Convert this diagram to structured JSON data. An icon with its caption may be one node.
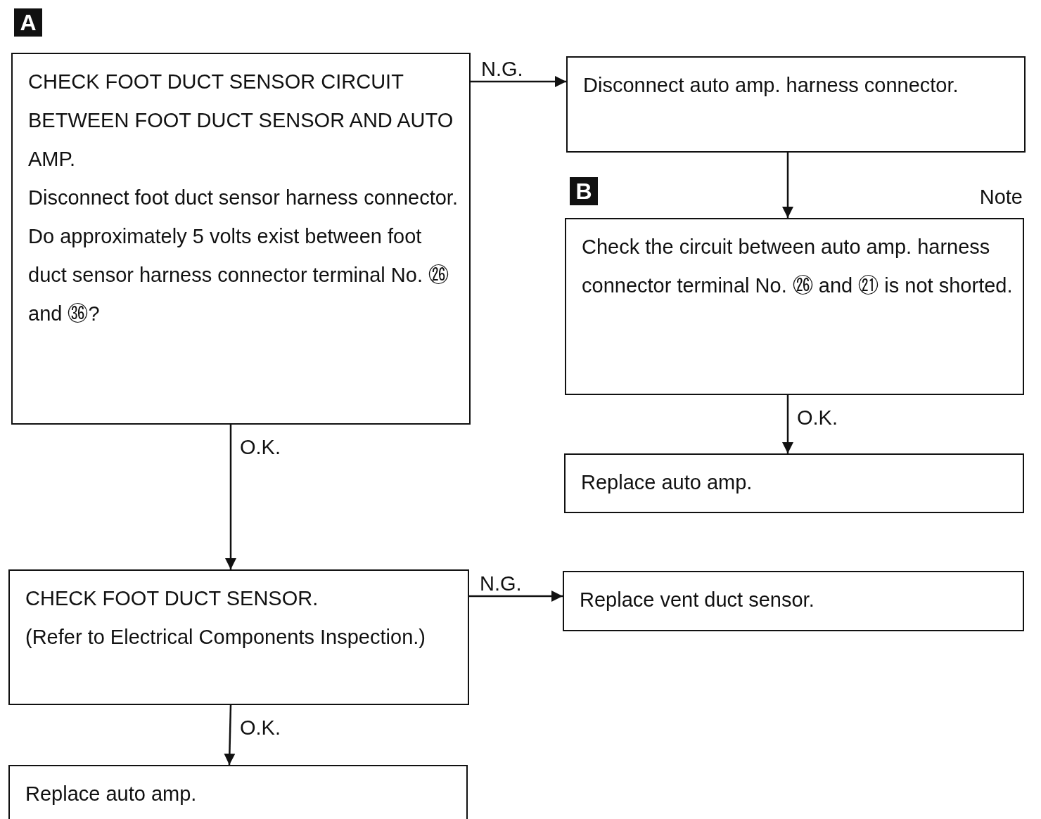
{
  "diagram": {
    "nodes": [
      {
        "text": [
          "CHECK FOOT DUCT SENSOR CIRCUIT BETWEEN FOOT DUCT SENSOR AND AUTO AMP.",
          "Disconnect foot duct sensor harness connector.",
          "Do approximately 5 volts exist between foot duct sensor harness connector terminal No. ㉖ and ㊱?"
        ]
      },
      {
        "text": [
          "Disconnect auto amp. harness connector."
        ]
      },
      {
        "text": [
          "Check the circuit between auto amp. harness connector terminal No. ㉖ and ㉑ is not shorted."
        ],
        "beside": [
          "Note"
        ]
      },
      {
        "text": [
          "Replace auto amp."
        ]
      },
      {
        "text": [
          "CHECK FOOT DUCT SENSOR.",
          "(Refer to Electrical Components Inspection.)"
        ]
      },
      {
        "text": [
          "Replace vent duct sensor."
        ]
      },
      {
        "text": [
          "Replace auto amp."
        ]
      }
    ],
    "edges": [
      {
        "from": 0,
        "to": 1,
        "arrow": "to",
        "label": "N.G."
      },
      {
        "from": 1,
        "to": 2,
        "arrow": "to"
      },
      {
        "from": 2,
        "to": 3,
        "arrow": "to",
        "label": "O.K."
      },
      {
        "from": 0,
        "to": 4,
        "arrow": "to",
        "label": "O.K."
      },
      {
        "from": 4,
        "to": 5,
        "arrow": "to",
        "label": "N.G."
      },
      {
        "from": 4,
        "to": 6,
        "arrow": "to",
        "label": "O.K."
      }
    ],
    "labels": [
      "A",
      "B"
    ]
  }
}
